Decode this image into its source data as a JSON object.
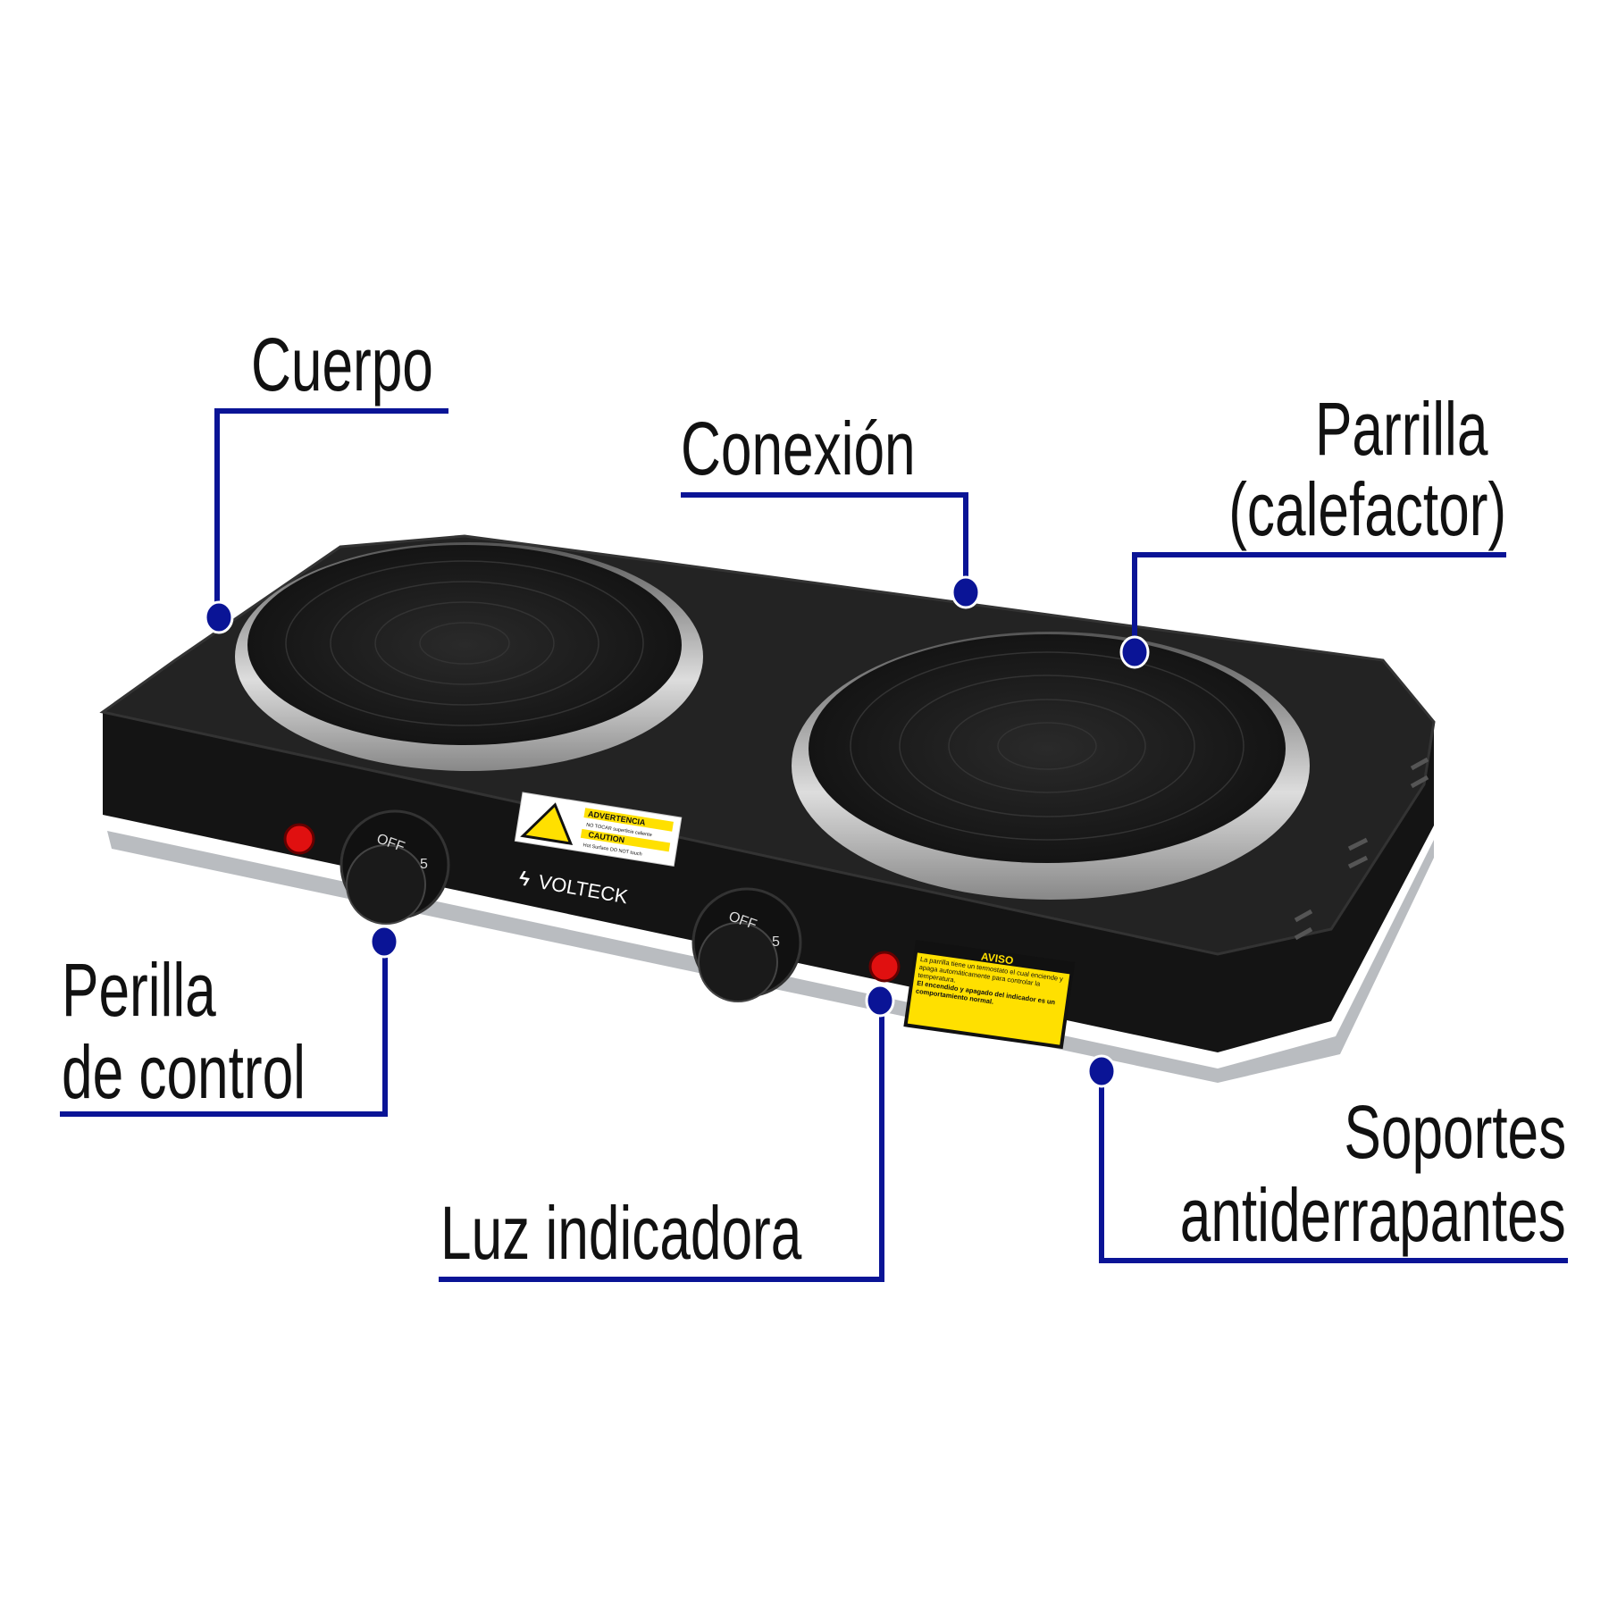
{
  "labels": {
    "cuerpo": "Cuerpo",
    "conexion": "Conexión",
    "parrilla_1": "Parrilla",
    "parrilla_2": "(calefactor)",
    "perilla_1": "Perilla",
    "perilla_2": "de control",
    "luz": "Luz indicadora",
    "soportes_1": "Soportes",
    "soportes_2": "antiderrapantes"
  },
  "product": {
    "brand": "VOLTECK",
    "knob_off": "OFF",
    "knob_max": "5",
    "warning_sticker": {
      "advertencia": "ADVERTENCIA",
      "advertencia_text": "NO TOCAR superficie caliente",
      "caution": "CAUTION",
      "caution_text": "Hot Surface DO NOT touch"
    },
    "aviso_sticker": {
      "title": "AVISO",
      "text_1": "La parrilla tiene un termostato el cual enciende y apaga automáticamente para controlar la temperatura.",
      "text_2": "El encendido y apagado del indicador es un comportamiento normal."
    }
  },
  "colors": {
    "callout": "#0a1496",
    "body": "#1c1c1c",
    "indicator": "#e01010",
    "sticker_yellow": "#ffe000"
  }
}
